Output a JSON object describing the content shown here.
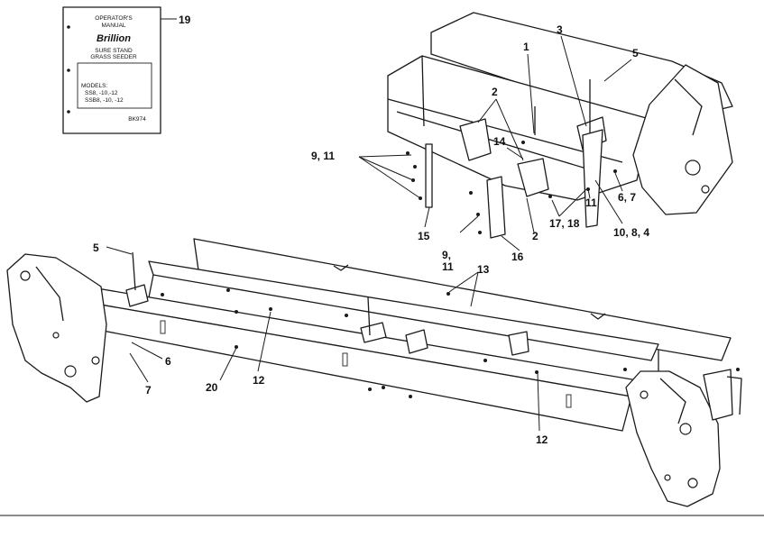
{
  "manual_cover": {
    "line1": "OPERATOR'S",
    "line2": "MANUAL",
    "brand": "Brillion",
    "product_line1": "SURE STAND",
    "product_line2": "GRASS SEEDER",
    "models_title": "MODELS:",
    "models_line1": "SS8, -10,-12",
    "models_line2": "SSB8, -10, -12",
    "part_number": "BK974"
  },
  "callouts": {
    "c1": "1",
    "c2a": "2",
    "c2b": "2",
    "c3": "3",
    "c5a": "5",
    "c5b": "5",
    "c6": "6",
    "c67": "6, 7",
    "c7": "7",
    "c911a": "9, 11",
    "c9": "9,",
    "c11b": "11",
    "c11": "11",
    "c1084": "10, 8, 4",
    "c12a": "12",
    "c12b": "12",
    "c13": "13",
    "c14": "14",
    "c15": "15",
    "c16": "16",
    "c1718": "17, 18",
    "c19": "19",
    "c20": "20"
  },
  "colors": {
    "line": "#1a1a1a",
    "background": "#ffffff"
  }
}
